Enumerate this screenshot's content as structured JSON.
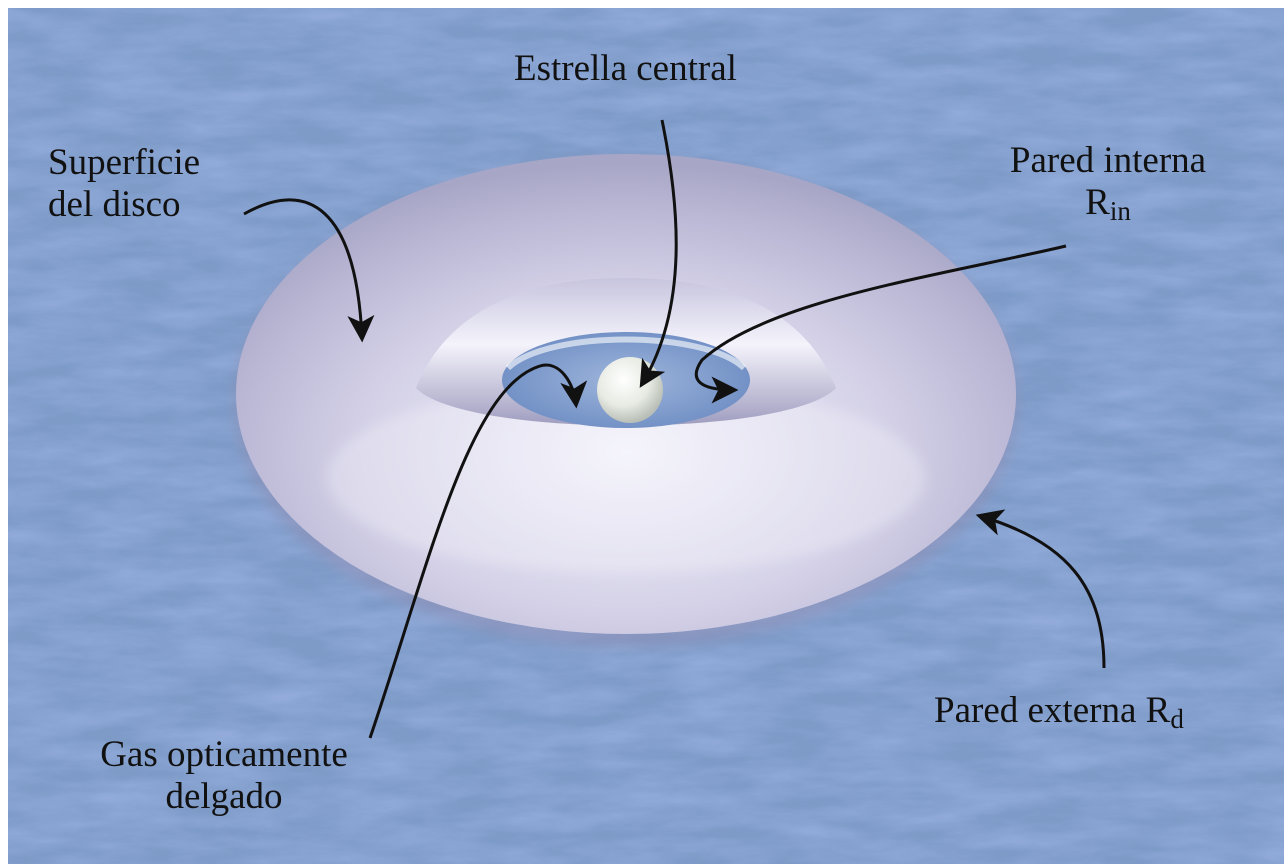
{
  "labels": {
    "central_star": "Estrella central",
    "disk_surface_line1": "Superficie",
    "disk_surface_line2": "del disco",
    "inner_wall_line1": "Pared interna",
    "inner_wall_symbol": "R",
    "inner_wall_subscript": "in",
    "outer_wall_text": "Pared externa ",
    "outer_wall_symbol": "R",
    "outer_wall_subscript": "d",
    "thin_gas_line1": "Gas opticamente",
    "thin_gas_line2": "delgado"
  },
  "colors": {
    "background": "#7e9bc8",
    "torus": "#d6d4ea",
    "star": "#e8ece4",
    "arrow": "#111111"
  }
}
